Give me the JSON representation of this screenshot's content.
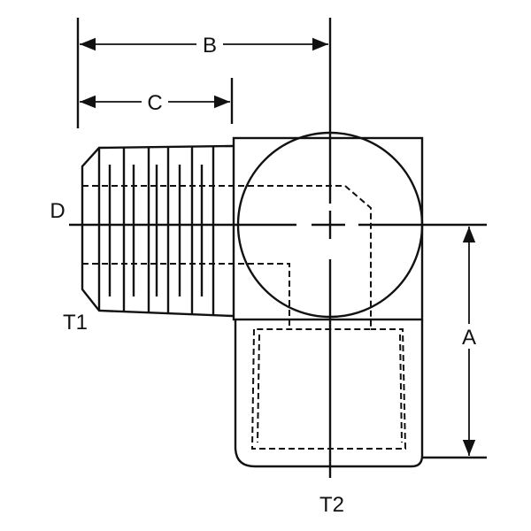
{
  "labels": {
    "a": "A",
    "b": "B",
    "c": "C",
    "d": "D",
    "t1": "T1",
    "t2": "T2"
  },
  "colors": {
    "line": "#111111",
    "background": "#ffffff"
  }
}
